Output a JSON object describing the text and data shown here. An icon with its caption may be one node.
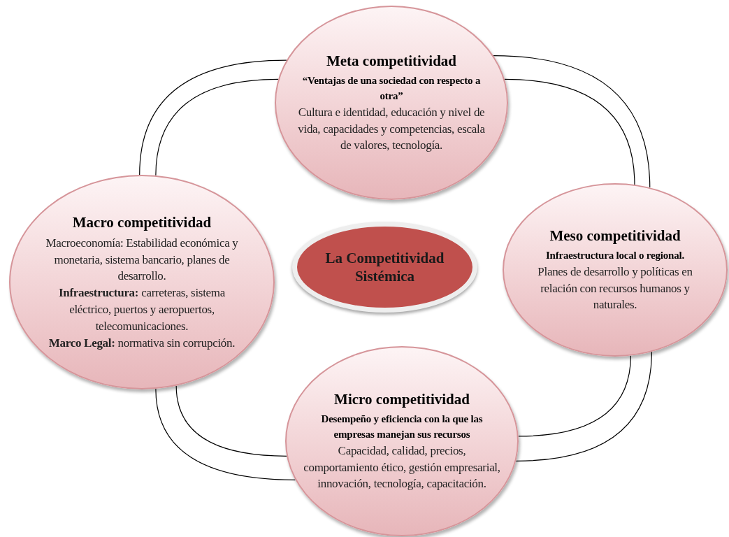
{
  "diagram": {
    "nodes": [
      {
        "text": [
          "Meta competitividad",
          "“Ventajas de una sociedad con respecto a otra”",
          "Cultura e identidad, educación y nivel de vida, capacidades y competencias, escala de valores, tecnología."
        ]
      },
      {
        "text": [
          "Macro competitividad",
          "Macroeconomía: Estabilidad económica y monetaria, sistema bancario, planes de desarrollo.",
          "**Infraestructura:** carreteras, sistema eléctrico, puertos y aeropuertos, telecomunicaciones.",
          "**Marco Legal:** normativa sin corrupción."
        ]
      },
      {
        "text": [
          "La Competitividad Sistémica"
        ]
      },
      {
        "text": [
          "Meso competitividad",
          "Infraestructura local o regional.",
          "Planes de desarrollo y políticas en relación con recursos humanos y naturales."
        ]
      },
      {
        "text": [
          "Micro competitividad",
          "Desempeño y eficiencia con la que las empresas manejan sus recursos",
          "Capacidad, calidad, precios, comportamiento ético, gestión empresarial, innovación, tecnología, capacitación."
        ]
      }
    ],
    "edges": [
      {
        "from": 1,
        "to": 0,
        "arrow": "none"
      },
      {
        "from": 1,
        "to": 0,
        "arrow": "none"
      },
      {
        "from": 0,
        "to": 3,
        "arrow": "none"
      },
      {
        "from": 0,
        "to": 3,
        "arrow": "none"
      },
      {
        "from": 3,
        "to": 4,
        "arrow": "none"
      },
      {
        "from": 3,
        "to": 4,
        "arrow": "none"
      },
      {
        "from": 4,
        "to": 1,
        "arrow": "none"
      },
      {
        "from": 4,
        "to": 1,
        "arrow": "none"
      }
    ]
  }
}
